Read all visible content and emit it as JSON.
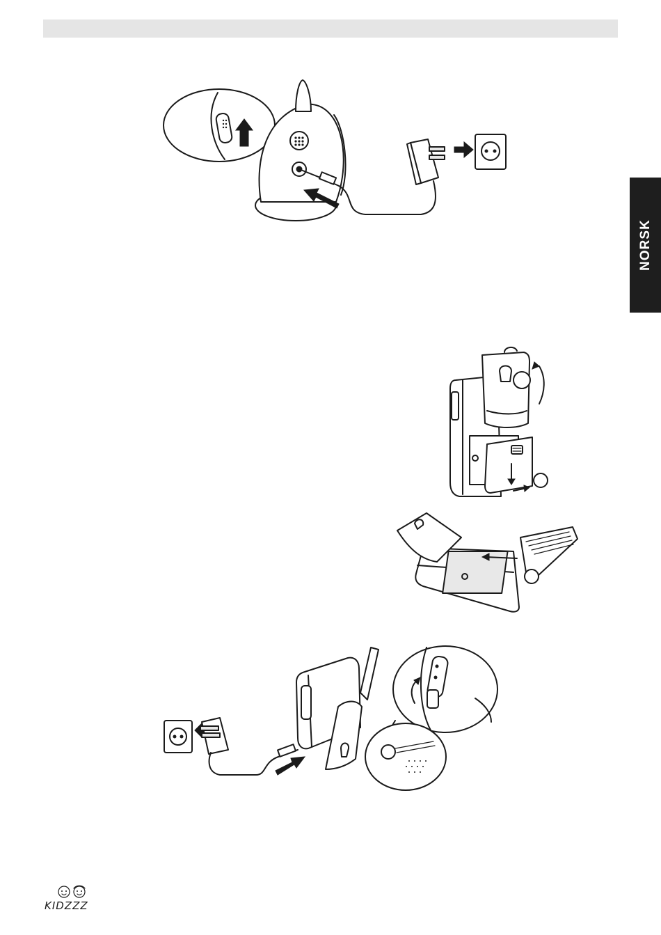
{
  "header": {
    "bar_color": "#e5e5e5"
  },
  "side_tab": {
    "label": "NORSK",
    "background": "#1e1e1e",
    "text_color": "#ffffff"
  },
  "figures": [
    {
      "id": "camera-setup",
      "icons": [
        "camera-unit-icon",
        "power-adapter-icon",
        "wall-socket-icon",
        "switch-magnifier-icon",
        "arrow-icon"
      ]
    },
    {
      "id": "battery-cover",
      "icons": [
        "monitor-back-icon",
        "belt-clip-icon",
        "battery-cover-icon",
        "arrow-icon"
      ]
    },
    {
      "id": "battery-insert",
      "icons": [
        "monitor-open-icon",
        "battery-pack-icon",
        "arrow-icon"
      ]
    },
    {
      "id": "monitor-charging",
      "icons": [
        "monitor-unit-icon",
        "power-adapter-icon",
        "wall-socket-icon",
        "switch-magnifier-icon",
        "arrow-icon"
      ]
    }
  ],
  "footer": {
    "logo_text": "KIDZZZ"
  }
}
